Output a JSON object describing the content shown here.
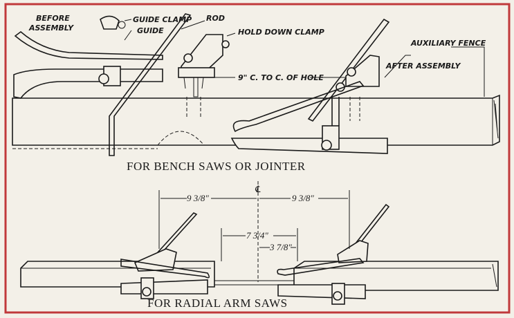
{
  "labels": {
    "before_assembly_1": "BEFORE",
    "before_assembly_2": "ASSEMBLY",
    "guide_clamp": "GUIDE CLAMP",
    "guide": "GUIDE",
    "rod": "ROD",
    "hold_down_clamp": "HOLD DOWN CLAMP",
    "hole_spacing": "9\" C. TO C. OF HOLE",
    "auxiliary_fence": "AUXILIARY FENCE",
    "after_assembly": "AFTER ASSEMBLY"
  },
  "captions": {
    "bench": "FOR BENCH SAWS OR JOINTER",
    "radial": "FOR RADIAL ARM SAWS"
  },
  "dimensions": {
    "centerline": "℄",
    "left_outer": "9 3/8\"",
    "right_outer": "9 3/8\"",
    "gap": "7 3/4\"",
    "half_gap": "3 7/8\""
  },
  "colors": {
    "border": "#c0393b",
    "paper": "#f3f0e8",
    "ink": "#1a1a1a"
  }
}
